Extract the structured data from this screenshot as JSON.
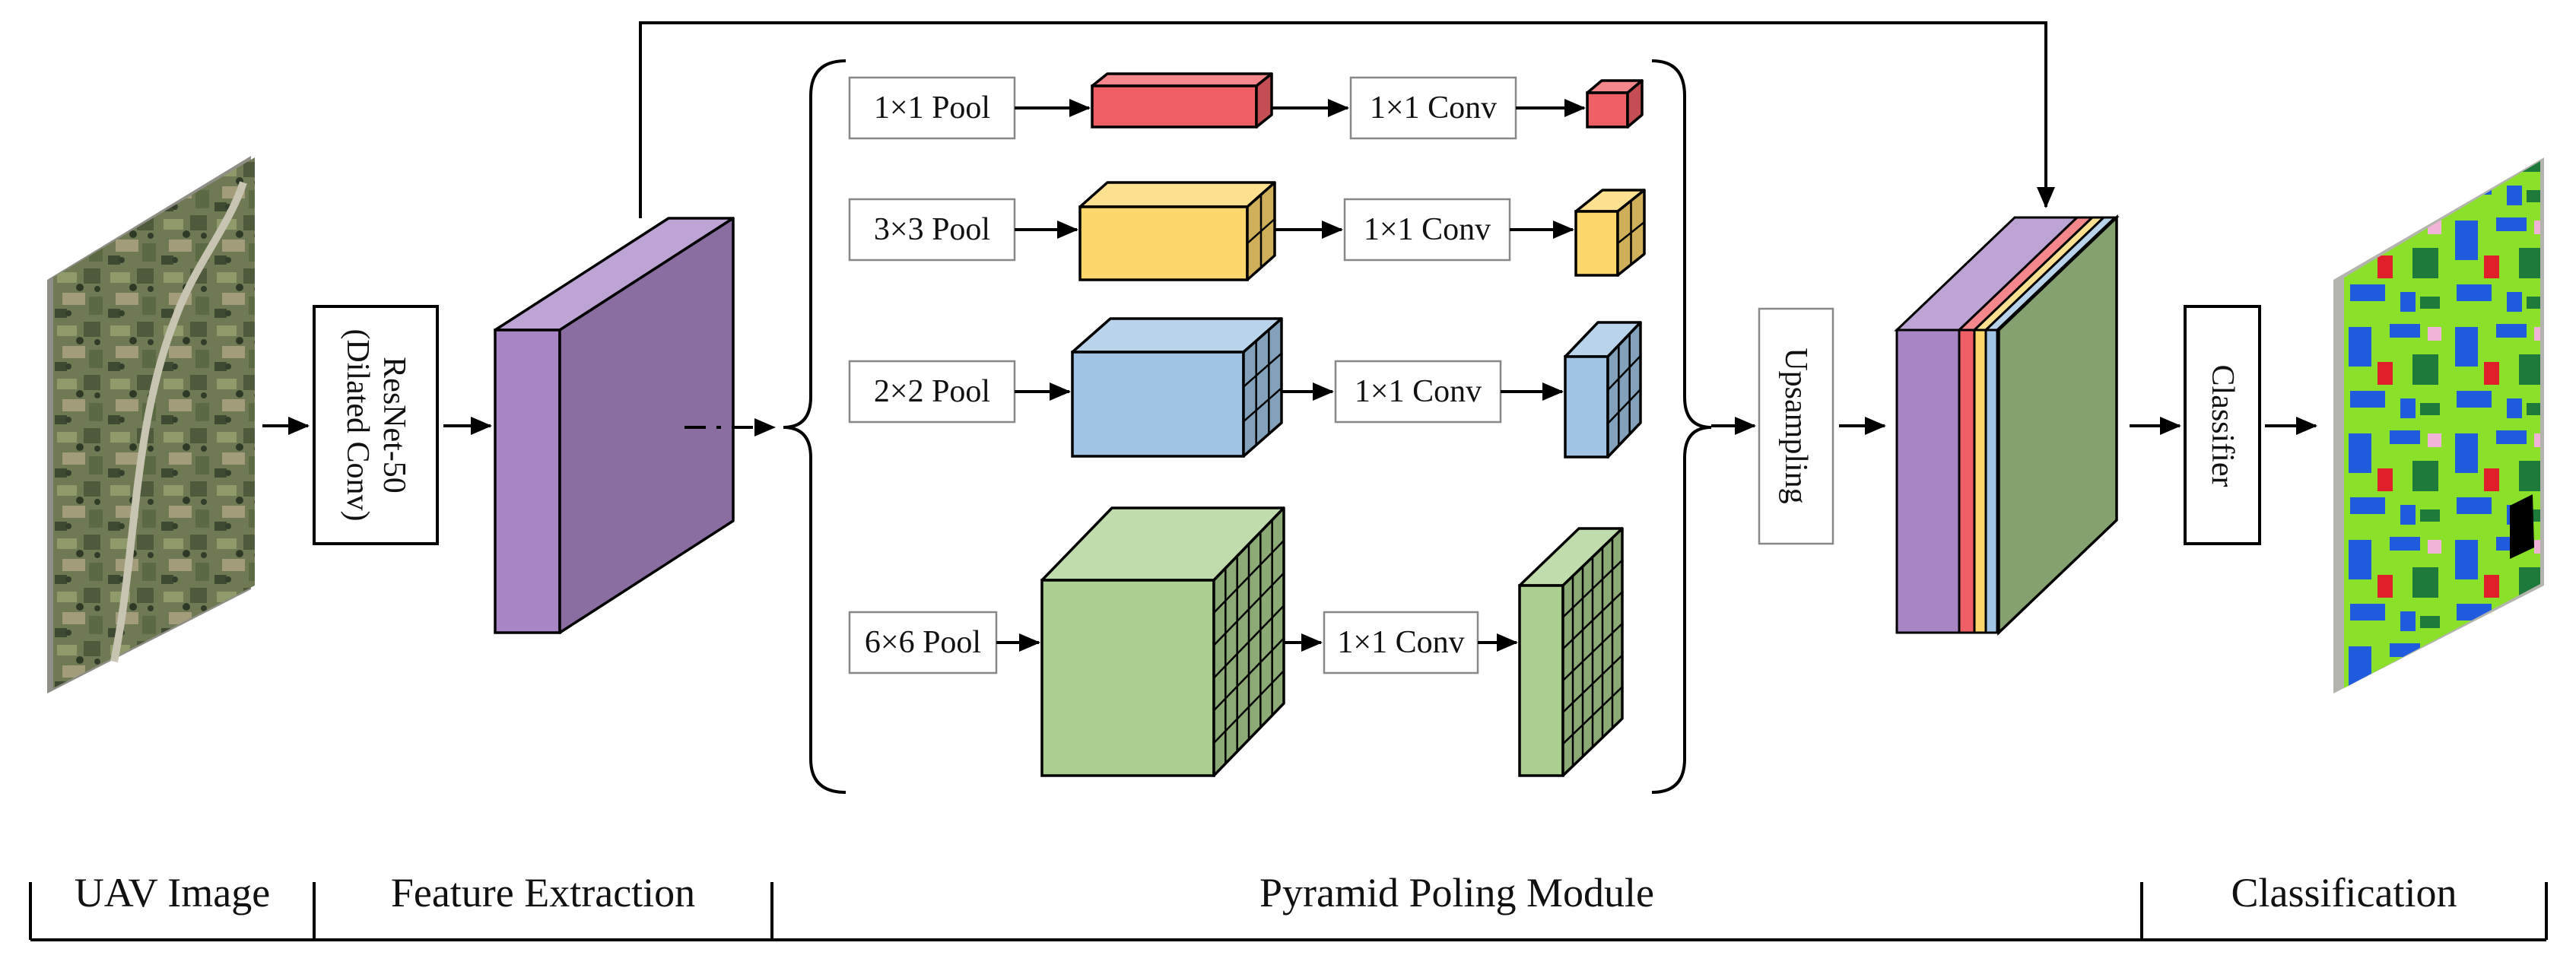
{
  "colors": {
    "purple": "#a886c6",
    "red": "#ef5f66",
    "yellow": "#fdd66c",
    "blue": "#a1c4e4",
    "green": "#abcf90",
    "map_green": "#8be02a",
    "map_blue": "#1f5bdc",
    "map_dark_green": "#1e7a3a",
    "map_red": "#e01f2a",
    "map_pink": "#f2b3d8"
  },
  "blocks": {
    "resnet_line1": "ResNet-50",
    "resnet_line2": "(Dilated Conv)",
    "upsampling": "Upsampling",
    "classifier": "Classifier"
  },
  "branches": [
    {
      "pool": "1×1 Pool",
      "conv": "1×1 Conv",
      "grid": 1,
      "color": "red"
    },
    {
      "pool": "3×3 Pool",
      "conv": "1×1 Conv",
      "grid": 2,
      "color": "yellow"
    },
    {
      "pool": "2×2 Pool",
      "conv": "1×1 Conv",
      "grid": 3,
      "color": "blue"
    },
    {
      "pool": "6×6 Pool",
      "conv": "1×1 Conv",
      "grid": 6,
      "color": "green"
    }
  ],
  "stages": [
    "UAV Image",
    "Feature Extraction",
    "Pyramid Poling Module",
    "Classification"
  ]
}
